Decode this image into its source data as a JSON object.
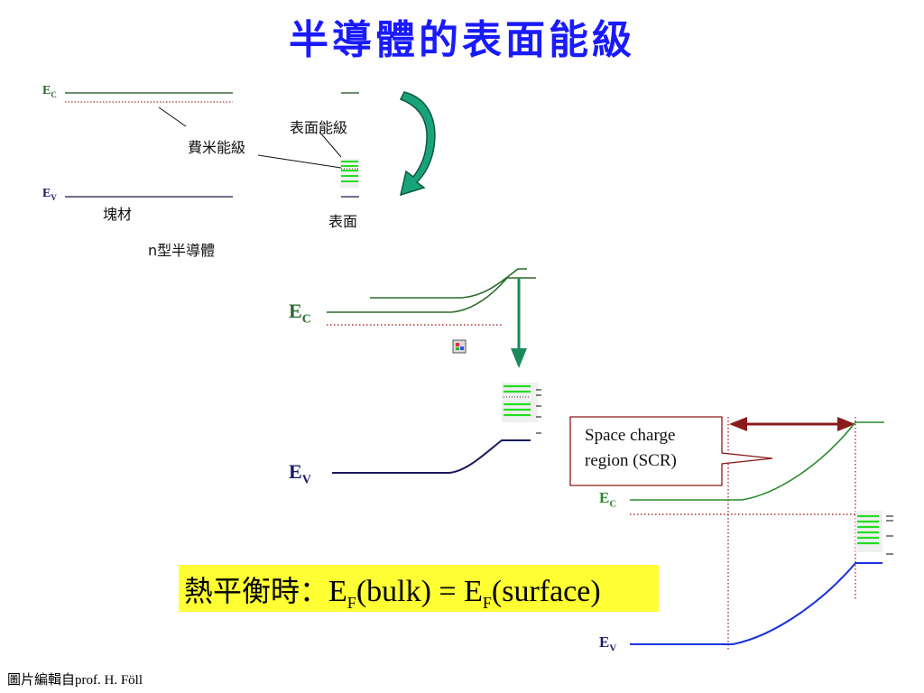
{
  "title": "半導體的表面能級",
  "fig1": {
    "ec_label": "E",
    "ec_sub": "C",
    "ev_label": "E",
    "ev_sub": "V",
    "fermi_label": "費米能級",
    "surface_states_label": "表面能級",
    "bulk_label": "塊材",
    "surface_label": "表面",
    "caption": "n型半導體"
  },
  "fig2": {
    "ec_label": "E",
    "ec_sub": "C",
    "ev_label": "E",
    "ev_sub": "V"
  },
  "fig3": {
    "scr_line1": "Space charge",
    "scr_line2": "region (SCR)",
    "ec_label": "E",
    "ec_sub": "C",
    "ev_label": "E",
    "ev_sub": "V"
  },
  "equation": {
    "prefix": "熱平衡時：",
    "e1": "E",
    "s1": "F",
    "p1": "(bulk)",
    "eq": " = ",
    "e2": "E",
    "s2": "F",
    "p2": "(surface)"
  },
  "credit": "圖片編輯自prof. H. Föll",
  "colors": {
    "title": "#1a1aff",
    "conduction_band": "#2a8a2a",
    "valence_band": "#1a1a8a",
    "surface_states": "#22dd22",
    "arrow": "#1aa37a",
    "scr_arrow": "#8b1a1a",
    "highlight": "#ffff33"
  },
  "icons": [
    "curved-arrow-icon",
    "down-arrow-icon",
    "double-arrow-icon",
    "small-image-icon"
  ]
}
